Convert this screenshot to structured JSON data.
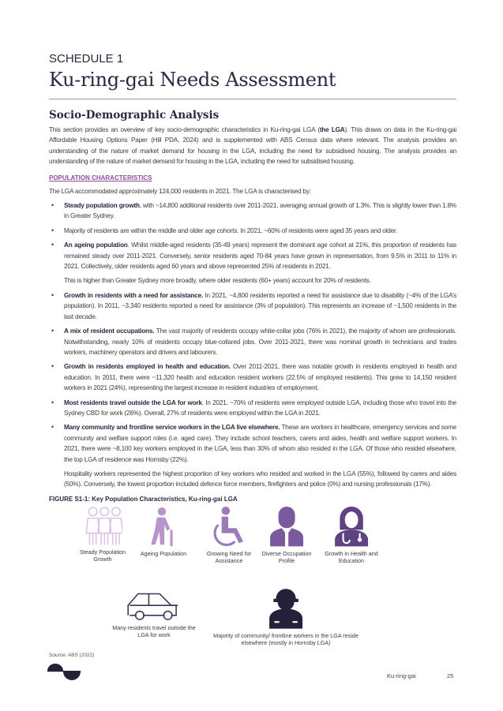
{
  "header": {
    "schedule": "SCHEDULE 1",
    "title": "Ku-ring-gai Needs Assessment"
  },
  "section": {
    "heading": "Socio-Demographic Analysis",
    "intro_pre": "This section provides an overview of key socio-demographic characteristics in Ku-ring-gai LGA (",
    "intro_bold": "the LGA",
    "intro_post": "). This draws on data in the Ku-ring-gai Affordable Housing Options Paper (Hill PDA, 2024) and is supplemented with ABS Census data where relevant. The analysis provides an understanding of the nature of market demand for housing in the LGA, including the need for subsidised housing. The analysis provides an understanding of the nature of market demand for housing in the LGA, including the need for subsidised housing."
  },
  "population": {
    "heading": "POPULATION CHARACTERISTICS",
    "lead": "The LGA accommodated approximately 124,000 residents in 2021. The LGA is characterised by:",
    "bullets": [
      {
        "bold": "Steady population growth",
        "text": ", with ~14,800 additional residents over 2011-2021, averaging annual growth of 1.3%. This is slightly lower than 1.8% in Greater Sydney."
      },
      {
        "bold": "",
        "text": "Majority of residents are within the middle and older age cohorts. In 2021, ~60% of residents were aged 35 years and older."
      },
      {
        "bold": "An ageing population",
        "text": ". Whilst middle-aged residents (35-49 years) represent the dominant age cohort at 21%, this proportion of residents has remained steady over 2011-2021. Conversely, senior residents aged 70-84 years have grown in representation, from 9.5% in 2011 to 11% in 2021. Collectively, older residents aged 60 years and above represented 25% of residents in 2021.",
        "note": "This is higher than Greater Sydney more broadly, where older residents (60+ years) account for 20% of residents."
      },
      {
        "bold": "Growth in residents with a need for assistance.",
        "text": " In 2021, ~4,800 residents reported a need for assistance due to disability (~4% of the LGA’s population). In 2011, ~3,340 residents reported a need for assistance (3% of population). This represents an increase of ~1,500 residents in the last decade."
      },
      {
        "bold": "A mix of resident occupations.",
        "text": " The vast majority of residents occupy white-collar jobs (76% in 2021), the majority of whom are professionals. Notwithstanding, nearly 10% of residents occupy blue-collared jobs. Over 2011-2021, there was nominal growth in technicians and trades workers, machinery operators and drivers and labourers."
      },
      {
        "bold": "Growth in residents employed in health and education.",
        "text": " Over 2011-2021, there was notable growth in residents employed in health and education. In 2011, there were ~11,320 health and education resident workers (22.5% of employed residents). This grew to 14,150 resident workers in 2021 (24%), representing the largest increase in resident industries of employment."
      },
      {
        "bold": "Most residents travel outside the LGA for work",
        "text": ". In 2021, ~70% of residents were employed outside LGA, including those who travel into the Sydney CBD for work (26%). Overall, 27% of residents were employed within the LGA in 2021."
      },
      {
        "bold": "Many community and frontline service workers in the LGA live elsewhere.",
        "text": " These are workers in healthcare, emergency services and some community and welfare support roles (i.e. aged care). They include school teachers, carers and aides, health and welfare support workers. In 2021, there were ~8,100 key workers employed in the LGA, less than 30% of whom also resided in the LGA. Of those who resided elsewhere, the top LGA of residence was Hornsby (22%).",
        "note": "Hospitality workers represented the highest proportion of key workers who resided and worked in the LGA (55%), followed by carers and aides (50%). Conversely, the lowest proportion included defence force members, firefighters and police (0%) and nursing professionals (17%)."
      }
    ]
  },
  "figure": {
    "caption": "FIGURE S1-1: Key Population Characteristics, Ku-ring-gai LGA",
    "icons": [
      {
        "icon": "people-group-icon",
        "label": "Steady Population Growth",
        "color": "#dcbfe6"
      },
      {
        "icon": "elderly-person-icon",
        "label": "Ageing Population",
        "color": "#b896cc"
      },
      {
        "icon": "wheelchair-icon",
        "label": "Growing Need for Assistance",
        "color": "#9c7bbb"
      },
      {
        "icon": "business-person-icon",
        "label": "Diverse Occupation Profile",
        "color": "#7a5a9e"
      },
      {
        "icon": "doctor-icon",
        "label": "Growth in Health and Education",
        "color": "#5d4380"
      },
      {
        "icon": "car-icon",
        "label": "Many residents travel outside the LGA for work",
        "color": "#3c3656"
      },
      {
        "icon": "frontline-worker-icon",
        "label": "Majority of community/ frontline workers in the LGA reside elsewhere (mostly in Hornsby LGA)",
        "color": "#24213a"
      }
    ],
    "source": "Source: ABS (2022)"
  },
  "footer": {
    "name": "Ku-ring-gai",
    "page": "25"
  }
}
